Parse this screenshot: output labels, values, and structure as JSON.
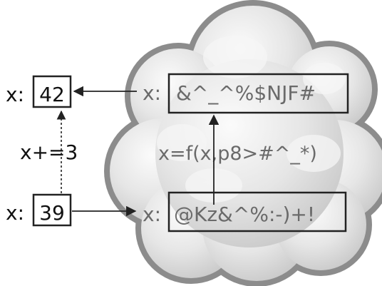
{
  "left": {
    "top_prefix": "x:",
    "top_value": "42",
    "op": "x+=3",
    "bottom_prefix": "x:",
    "bottom_value": "39"
  },
  "cloud": {
    "top_prefix": "x:",
    "top_value": "&^_^%$NJF#",
    "func": "x=f(x,p8>#^_*)",
    "bottom_prefix": "x:",
    "bottom_value": "@Kz&^%:-)+!"
  },
  "colors": {
    "cloud_outline": "#8c8c8c",
    "cloud_fill": "#e4e4e4",
    "cloud_highlight": "#f8f8f8",
    "left_text": "#111111",
    "cloud_text": "#6a6a6a",
    "box_stroke": "#222222",
    "arrow": "#222222"
  }
}
